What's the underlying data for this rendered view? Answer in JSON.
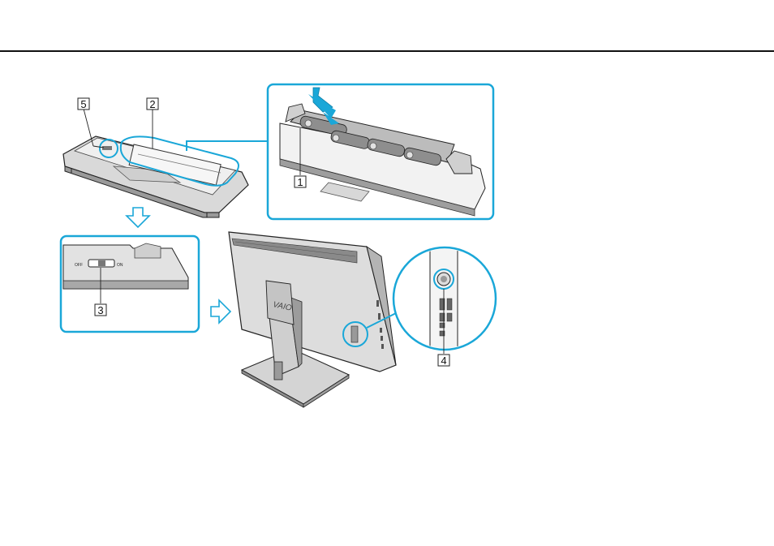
{
  "callouts": {
    "c1": "1",
    "c2": "2",
    "c3": "3",
    "c4": "4",
    "c5": "5"
  },
  "switch": {
    "off_label": "OFF",
    "on_label": "ON"
  },
  "computer": {
    "logo": "VAIO"
  },
  "colors": {
    "frame": "#1aa7d8",
    "line": "#222222",
    "fill_light": "#e6e6e6",
    "fill_mid": "#c8c8c8",
    "fill_dark": "#8e8e8e"
  }
}
